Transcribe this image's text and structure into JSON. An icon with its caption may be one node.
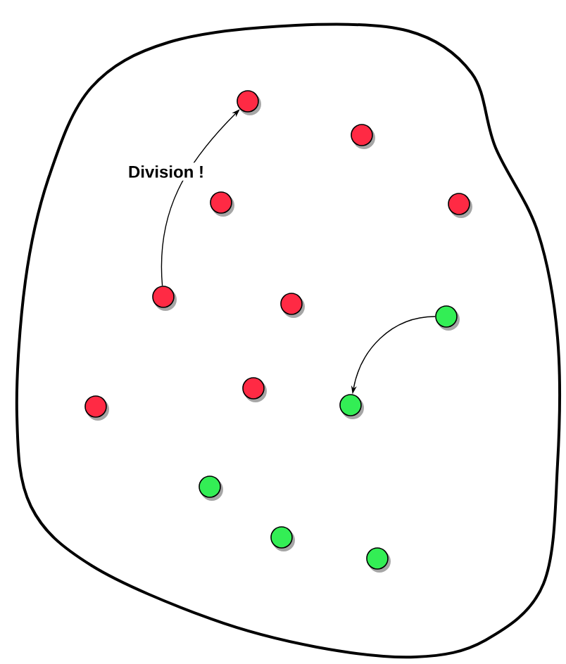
{
  "diagram": {
    "nodes": [
      {
        "text": [],
        "shape": "blob"
      },
      {
        "text": [],
        "shape": "circle",
        "in": 0
      },
      {
        "text": [],
        "shape": "circle",
        "in": 0
      },
      {
        "text": [],
        "shape": "circle",
        "in": 0
      },
      {
        "text": [],
        "shape": "circle",
        "in": 0
      },
      {
        "text": [],
        "shape": "circle",
        "in": 0
      },
      {
        "text": [],
        "shape": "circle",
        "in": 0
      },
      {
        "text": [],
        "shape": "circle",
        "in": 0
      },
      {
        "text": [],
        "shape": "circle",
        "in": 0
      },
      {
        "text": [],
        "shape": "circle",
        "in": 0
      },
      {
        "text": [],
        "shape": "circle",
        "in": 0
      },
      {
        "text": [],
        "shape": "circle",
        "in": 0
      },
      {
        "text": [],
        "shape": "circle",
        "in": 0
      },
      {
        "text": [],
        "shape": "circle",
        "in": 0
      }
    ],
    "edges": [
      {
        "from": 5,
        "to": 1,
        "arrow": "to",
        "label": "Division !"
      },
      {
        "from": 7,
        "to": 9,
        "arrow": "to"
      }
    ]
  }
}
